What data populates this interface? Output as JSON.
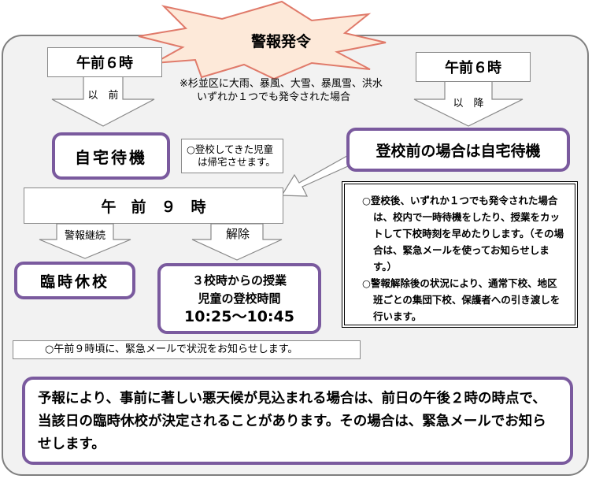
{
  "header": {
    "title": "警報発令"
  },
  "left_time": "午前６時",
  "left_arrow_label": "以　前",
  "right_time": "午前６時",
  "right_arrow_label": "以　降",
  "condition_note_line1": "※杉並区に大雨、暴風、大雪、暴風雪、洪水",
  "condition_note_line2": "いずれか１つでも発令された場合",
  "stay_home": "自宅待機",
  "stay_home_note_line1": "○登校してきた児童",
  "stay_home_note_line2": "は帰宅させます。",
  "before_school": "登校前の場合は自宅待機",
  "nine_am": "午　前　９　時",
  "continue_label": "警報継続",
  "lifted_label": "解除",
  "closure": "臨時休校",
  "resume_line1": "３校時からの授業",
  "resume_line2": "児童の登校時間",
  "resume_line3": "10:25〜10:45",
  "after_school_items": [
    "○登校後、いずれか１つでも発令された場合は、校内で一時待機をしたり、授業をカットして下校時刻を早めたりします。（その場合は、緊急メールを使ってお知らせします。）",
    "○警報解除後の状況により、通常下校、地区班ごとの集団下校、保護者への引き渡しを行います。"
  ],
  "nine_note": "○午前９時頃に、緊急メールで状況をお知らせします。",
  "forecast_note": "予報により、事前に著しい悪天候が見込まれる場合は、前日の午後２時の時点で、当該日の臨時休校が決定されることがあります。その場合は、緊急メールでお知らせします。",
  "colors": {
    "accent": "#7a5a9e",
    "panel": "#f2f2f2",
    "star_fill": "#fde9d9",
    "star_stroke": "#e07a6a"
  }
}
